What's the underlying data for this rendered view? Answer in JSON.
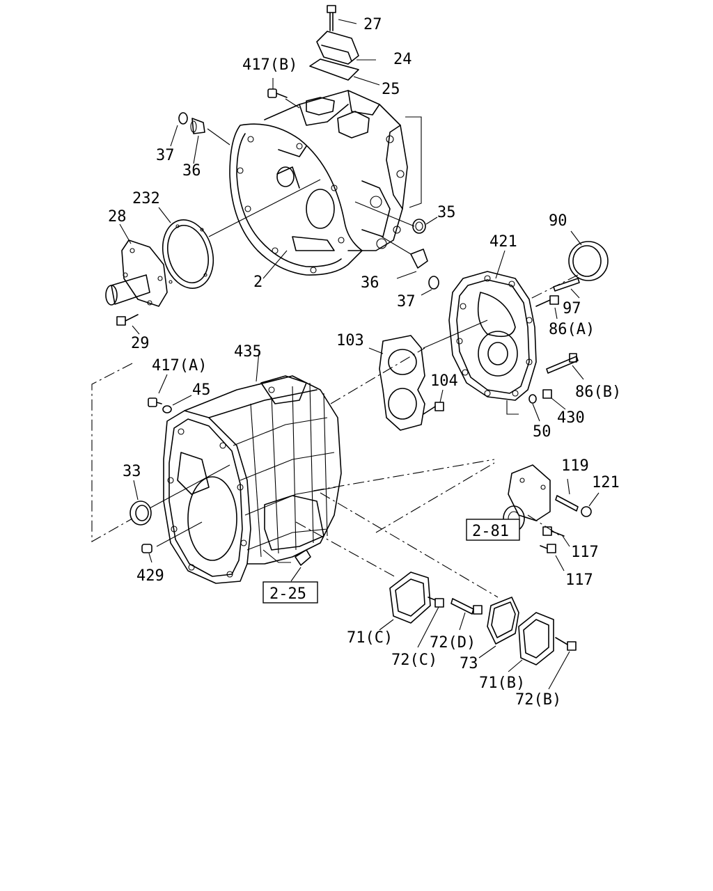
{
  "labels": {
    "p27": "27",
    "p24": "24",
    "p417b": "417(B)",
    "p25": "25",
    "p37a": "37",
    "p36a": "36",
    "p232": "232",
    "p28": "28",
    "p2": "2",
    "p35": "35",
    "p36b": "36",
    "p37b": "37",
    "p29": "29",
    "p90": "90",
    "p421": "421",
    "p97": "97",
    "p86a": "86(A)",
    "p103": "103",
    "p435": "435",
    "p417a": "417(A)",
    "p45": "45",
    "p104": "104",
    "p86b": "86(B)",
    "p430": "430",
    "p50": "50",
    "p33": "33",
    "p119": "119",
    "p121": "121",
    "p117a": "117",
    "p117b": "117",
    "p429": "429",
    "p71c": "71(C)",
    "p72c": "72(C)",
    "p72d": "72(D)",
    "p73": "73",
    "p71b": "71(B)",
    "p72b": "72(B)"
  },
  "refs": {
    "r281": "2-81",
    "r225": "2-25"
  }
}
